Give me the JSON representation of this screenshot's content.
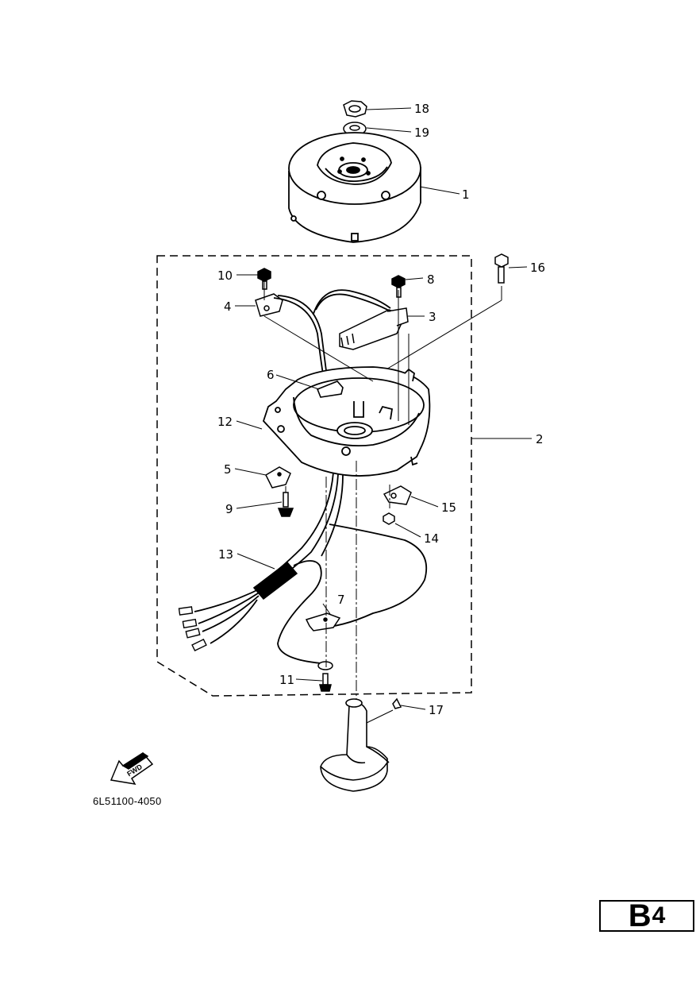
{
  "callouts": [
    {
      "id": "1",
      "label": "1"
    },
    {
      "id": "2",
      "label": "2"
    },
    {
      "id": "3",
      "label": "3"
    },
    {
      "id": "4",
      "label": "4"
    },
    {
      "id": "5",
      "label": "5"
    },
    {
      "id": "6",
      "label": "6"
    },
    {
      "id": "7",
      "label": "7"
    },
    {
      "id": "8",
      "label": "8"
    },
    {
      "id": "9",
      "label": "9"
    },
    {
      "id": "10",
      "label": "10"
    },
    {
      "id": "11",
      "label": "11"
    },
    {
      "id": "12",
      "label": "12"
    },
    {
      "id": "13",
      "label": "13"
    },
    {
      "id": "14",
      "label": "14"
    },
    {
      "id": "15",
      "label": "15"
    },
    {
      "id": "16",
      "label": "16"
    },
    {
      "id": "17",
      "label": "17"
    },
    {
      "id": "18",
      "label": "18"
    },
    {
      "id": "19",
      "label": "19"
    }
  ],
  "fwd_label": "FWD",
  "drawing_code": "6L51100-4050",
  "page": {
    "letter": "B",
    "number": "4"
  }
}
